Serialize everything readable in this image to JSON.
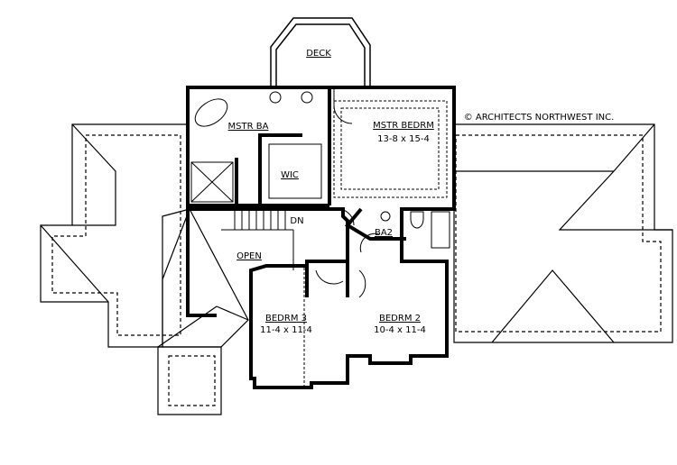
{
  "copyright": "© ARCHITECTS NORTHWEST INC.",
  "rooms": {
    "deck": {
      "name": "DECK"
    },
    "master_bath": {
      "name": "MSTR BA"
    },
    "master_bedroom": {
      "name": "MSTR BEDRM",
      "size": "13-8 x 15-4"
    },
    "walk_in_closet": {
      "name": "WIC"
    },
    "stairs": {
      "label": "DN"
    },
    "bath2": {
      "name": "BA2"
    },
    "open": {
      "name": "OPEN"
    },
    "bedroom3": {
      "name": "BEDRM 3",
      "size": "11-4 x 11-4"
    },
    "bedroom2": {
      "name": "BEDRM 2",
      "size": "10-4 x 11-4"
    }
  },
  "colors": {
    "line": "#000000",
    "background": "#ffffff"
  }
}
